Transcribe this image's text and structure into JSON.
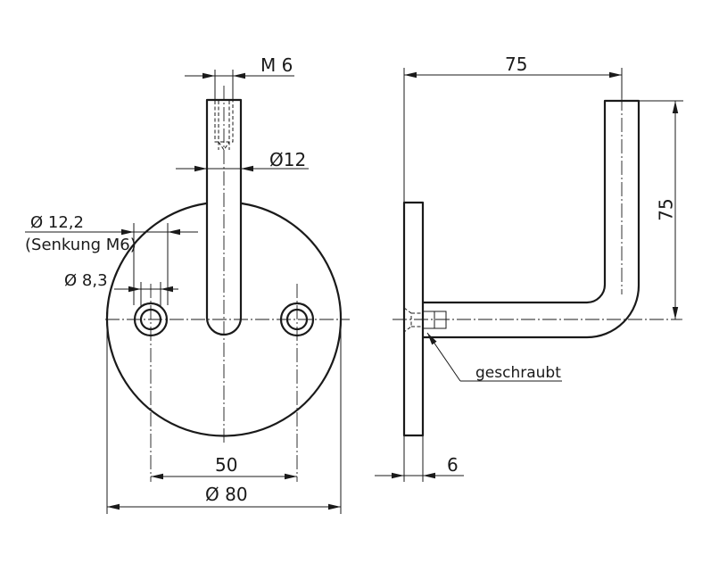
{
  "front_view": {
    "thread_label": "M 6",
    "rod_diameter_label": "Ø12",
    "counterbore_label": "Ø 12,2",
    "counterbore_note": "(Senkung M6)",
    "hole_diameter_label": "Ø 8,3",
    "hole_spacing_label": "50",
    "plate_diameter_label": "Ø 80"
  },
  "side_view": {
    "arm_length_label": "75",
    "arm_height_label": "75",
    "plate_thickness_label": "6",
    "screw_note": "geschraubt"
  }
}
